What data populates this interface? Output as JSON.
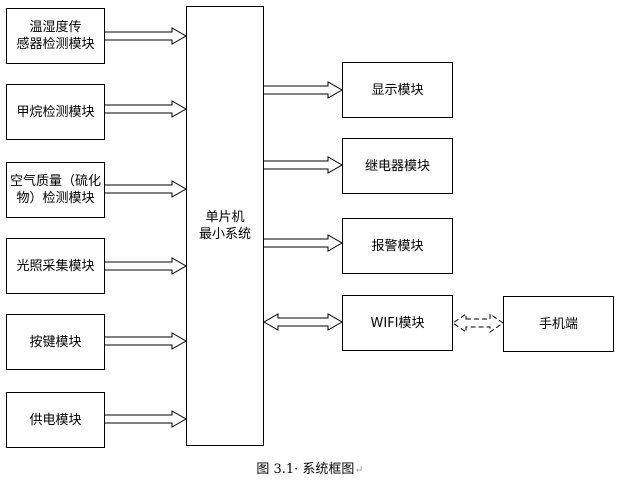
{
  "diagram": {
    "inputs": [
      {
        "id": "temp",
        "label": "温湿度传\n感器检测模块"
      },
      {
        "id": "methane",
        "label": "甲烷检测模块"
      },
      {
        "id": "air",
        "label": "空气质量（硫化\n物）检测模块"
      },
      {
        "id": "light",
        "label": "光照采集模块"
      },
      {
        "id": "key",
        "label": "按键模块"
      },
      {
        "id": "power",
        "label": "供电模块"
      }
    ],
    "mcu": {
      "label": "单片机\n最小系统"
    },
    "outputs": [
      {
        "id": "display",
        "label": "显示模块"
      },
      {
        "id": "relay",
        "label": "继电器模块"
      },
      {
        "id": "alarm",
        "label": "报警模块"
      },
      {
        "id": "wifi",
        "label": "WIFI模块"
      }
    ],
    "phone": {
      "label": "手机端"
    }
  },
  "caption": {
    "text": "图 3.1· 系统框图",
    "mark": "↵"
  }
}
